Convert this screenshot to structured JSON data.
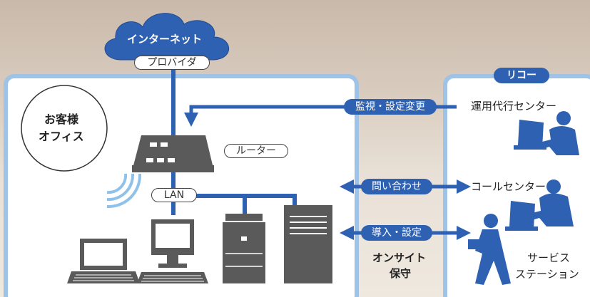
{
  "internet": {
    "label": "インターネット"
  },
  "provider": {
    "label": "プロバイダ"
  },
  "customer_office": {
    "line1": "お客様",
    "line2": "オフィス"
  },
  "router": {
    "label": "ルーター"
  },
  "lan": {
    "label": "LAN"
  },
  "ricoh": {
    "label": "リコー"
  },
  "monitoring": {
    "label": "監視・設定変更"
  },
  "operations_center": {
    "label": "運用代行センター"
  },
  "inquiry": {
    "label": "問い合わせ"
  },
  "call_center": {
    "label": "コールセンター"
  },
  "introduction": {
    "label": "導入・設定"
  },
  "onsite": {
    "line1": "オンサイト",
    "line2": "保守"
  },
  "service_station": {
    "line1": "サービス",
    "line2": "ステーション"
  },
  "colors": {
    "blue": "#2f61b3",
    "light_blue": "#9ec3e6",
    "device_gray": "#5a5a5a",
    "wifi_blue": "#8fc2ea"
  }
}
